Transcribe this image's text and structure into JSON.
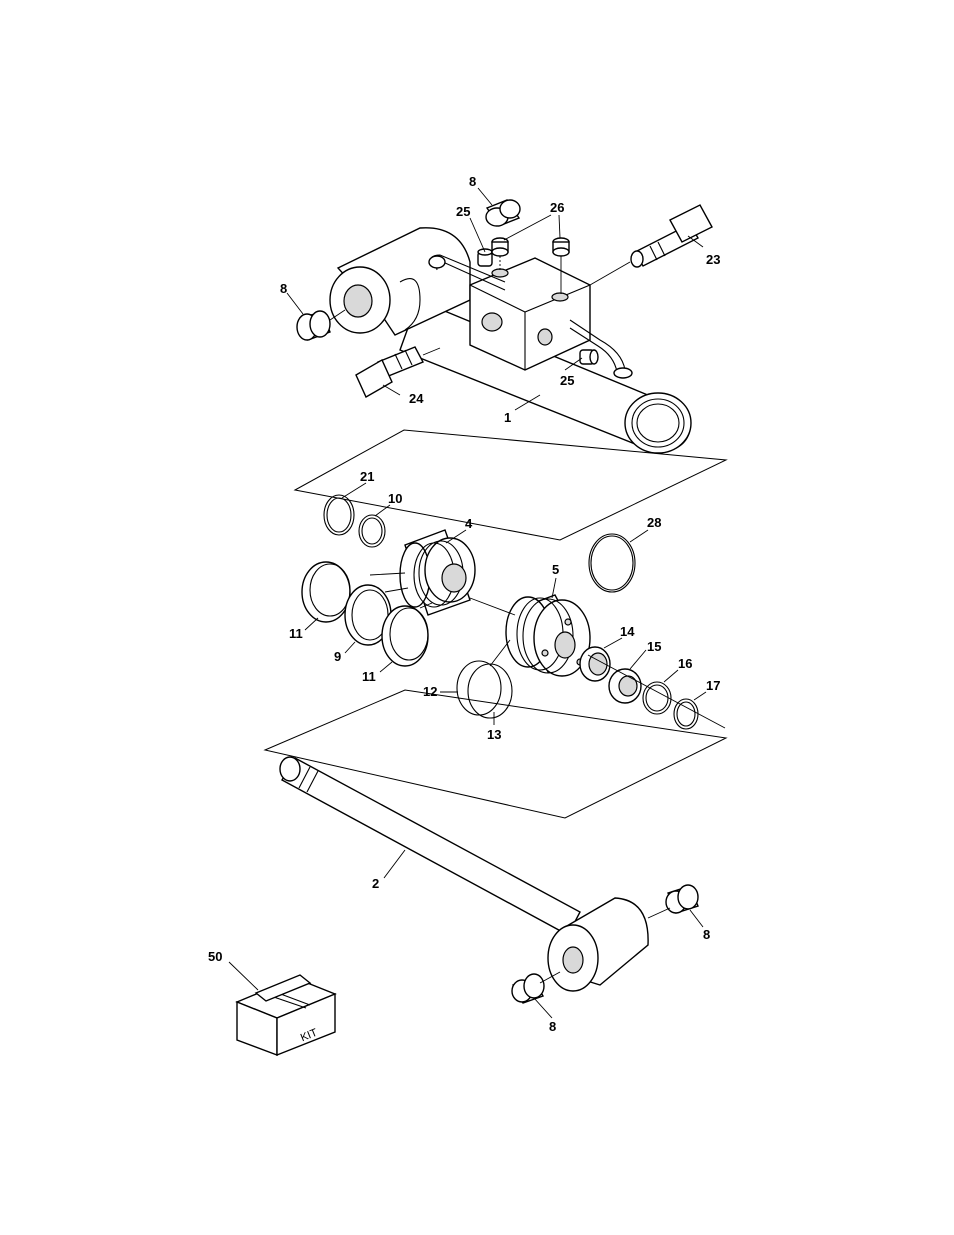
{
  "callouts": {
    "c8a": "8",
    "c25a": "25",
    "c26": "26",
    "c23": "23",
    "c8b": "8",
    "c24": "24",
    "c25b": "25",
    "c1": "1",
    "c21": "21",
    "c10": "10",
    "c4": "4",
    "c28": "28",
    "c5": "5",
    "c11a": "11",
    "c9": "9",
    "c14": "14",
    "c15": "15",
    "c11b": "11",
    "c16": "16",
    "c17": "17",
    "c12": "12",
    "c13": "13",
    "c2": "2",
    "c8c": "8",
    "c50": "50",
    "c8d": "8"
  },
  "kit_label": "KIT"
}
